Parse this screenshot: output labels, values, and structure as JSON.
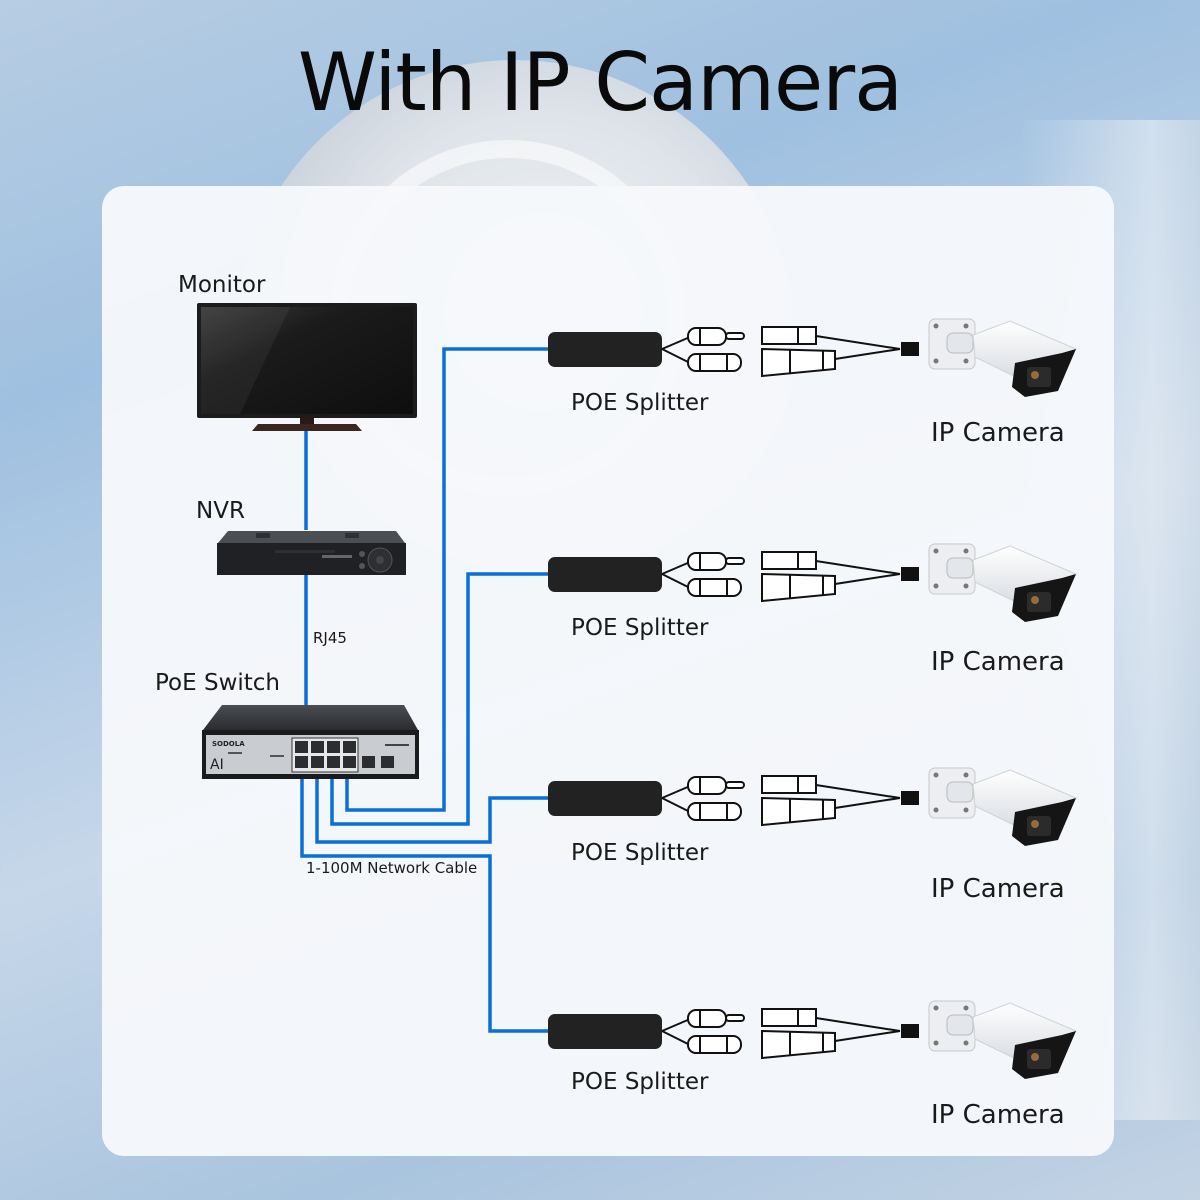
{
  "title": "With IP Camera",
  "colors": {
    "cable": "#0a6fd8",
    "device_dark": "#222222",
    "panel": "#f6f8fb"
  },
  "devices": {
    "monitor": {
      "label": "Monitor",
      "icon": "monitor-icon"
    },
    "nvr": {
      "label": "NVR",
      "icon": "nvr-icon"
    },
    "switch": {
      "label": "PoE Switch",
      "icon": "poe-switch-icon",
      "brand": "SODOLA",
      "front_text": "AI"
    }
  },
  "connections": {
    "nvr_to_switch": "RJ45",
    "switch_to_splitters": "1-100M Network Cable"
  },
  "branches": [
    {
      "splitter_label": "POE Splitter",
      "camera_label": "IP Camera"
    },
    {
      "splitter_label": "POE Splitter",
      "camera_label": "IP Camera"
    },
    {
      "splitter_label": "POE Splitter",
      "camera_label": "IP Camera"
    },
    {
      "splitter_label": "POE Splitter",
      "camera_label": "IP Camera"
    }
  ]
}
